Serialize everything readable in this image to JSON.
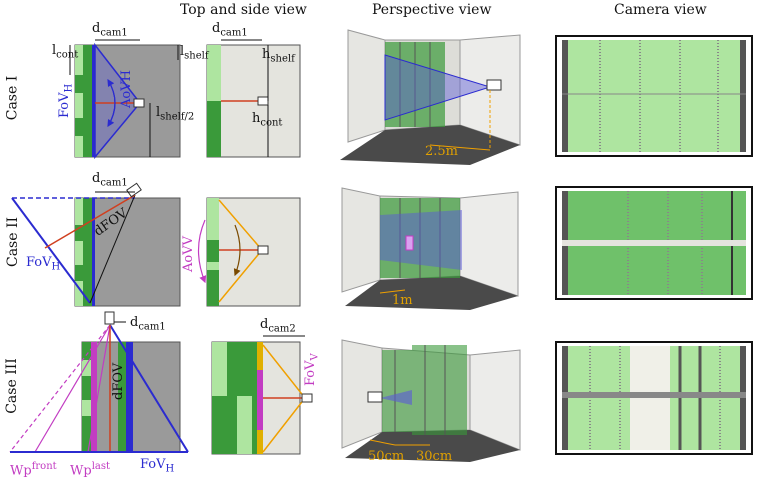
{
  "columns": {
    "top_side": "Top and side view",
    "perspective": "Perspective view",
    "camera": "Camera view"
  },
  "cases": {
    "c1": "Case I",
    "c2": "Case II",
    "c3": "Case III"
  },
  "labels": {
    "d": "d",
    "cam1": "cam1",
    "cam2": "cam2",
    "l": "l",
    "cont": "cont",
    "shelf": "shelf",
    "shelf_half": "shelf/2",
    "h": "h",
    "fov": "FoV",
    "aov": "AoV",
    "H": "H",
    "V": "V",
    "dfov": "dFOV",
    "wp": "Wp",
    "front": "front",
    "last": "last"
  },
  "measures": {
    "c1_dist": "2.5m",
    "c2_dist": "1m",
    "c3_d1": "50cm",
    "c3_d2": "30cm"
  },
  "colors": {
    "fov_blue": "#2b2bd0",
    "fov_purple": "#c23cc2",
    "guide_orange": "#f0a000",
    "floor": "#4a4a4a",
    "shelf_green": "#3a9a3a",
    "light_green": "#aee5a0",
    "wall_grey": "#9a9a9a"
  }
}
